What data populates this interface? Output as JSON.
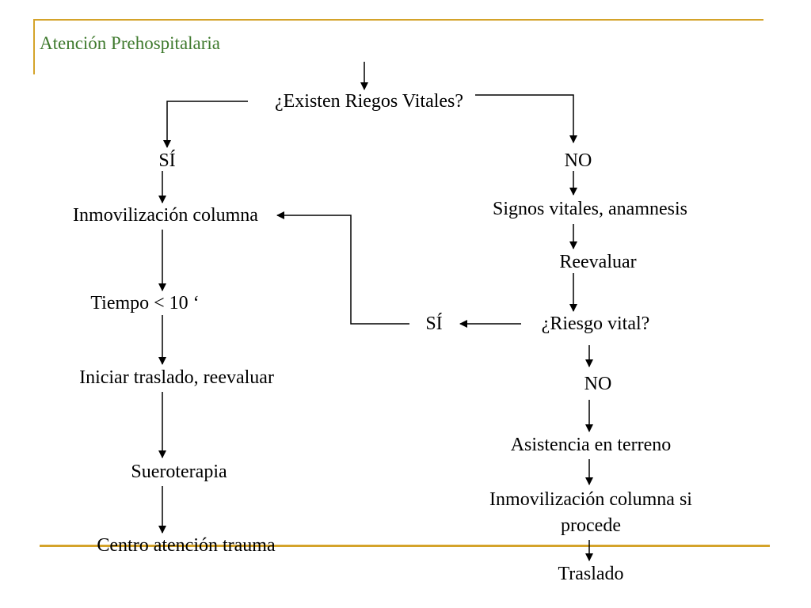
{
  "slide": {
    "title": "Atención Prehospitalaria",
    "accent_color": "#d4a32a",
    "title_color": "#3f7a2e"
  },
  "flowchart": {
    "q_risk": "¿Existen Riegos Vitales?",
    "yes_left": "SÍ",
    "no_right": "NO",
    "spine_immob": "Inmovilización columna",
    "time": "Tiempo < 10 ‘",
    "start_transfer": "Iniciar traslado, reevaluar",
    "fluids": "Sueroterapia",
    "trauma_center": "Centro atención trauma",
    "vitals": "Signos vitales, anamnesis",
    "reassess": "Reevaluar",
    "q_vital": "¿Riesgo vital?",
    "yes_mid": "SÍ",
    "no_lower": "NO",
    "field_care": "Asistencia en terreno",
    "spine_if": "Inmovilización columna si procede",
    "transfer": "Traslado"
  }
}
